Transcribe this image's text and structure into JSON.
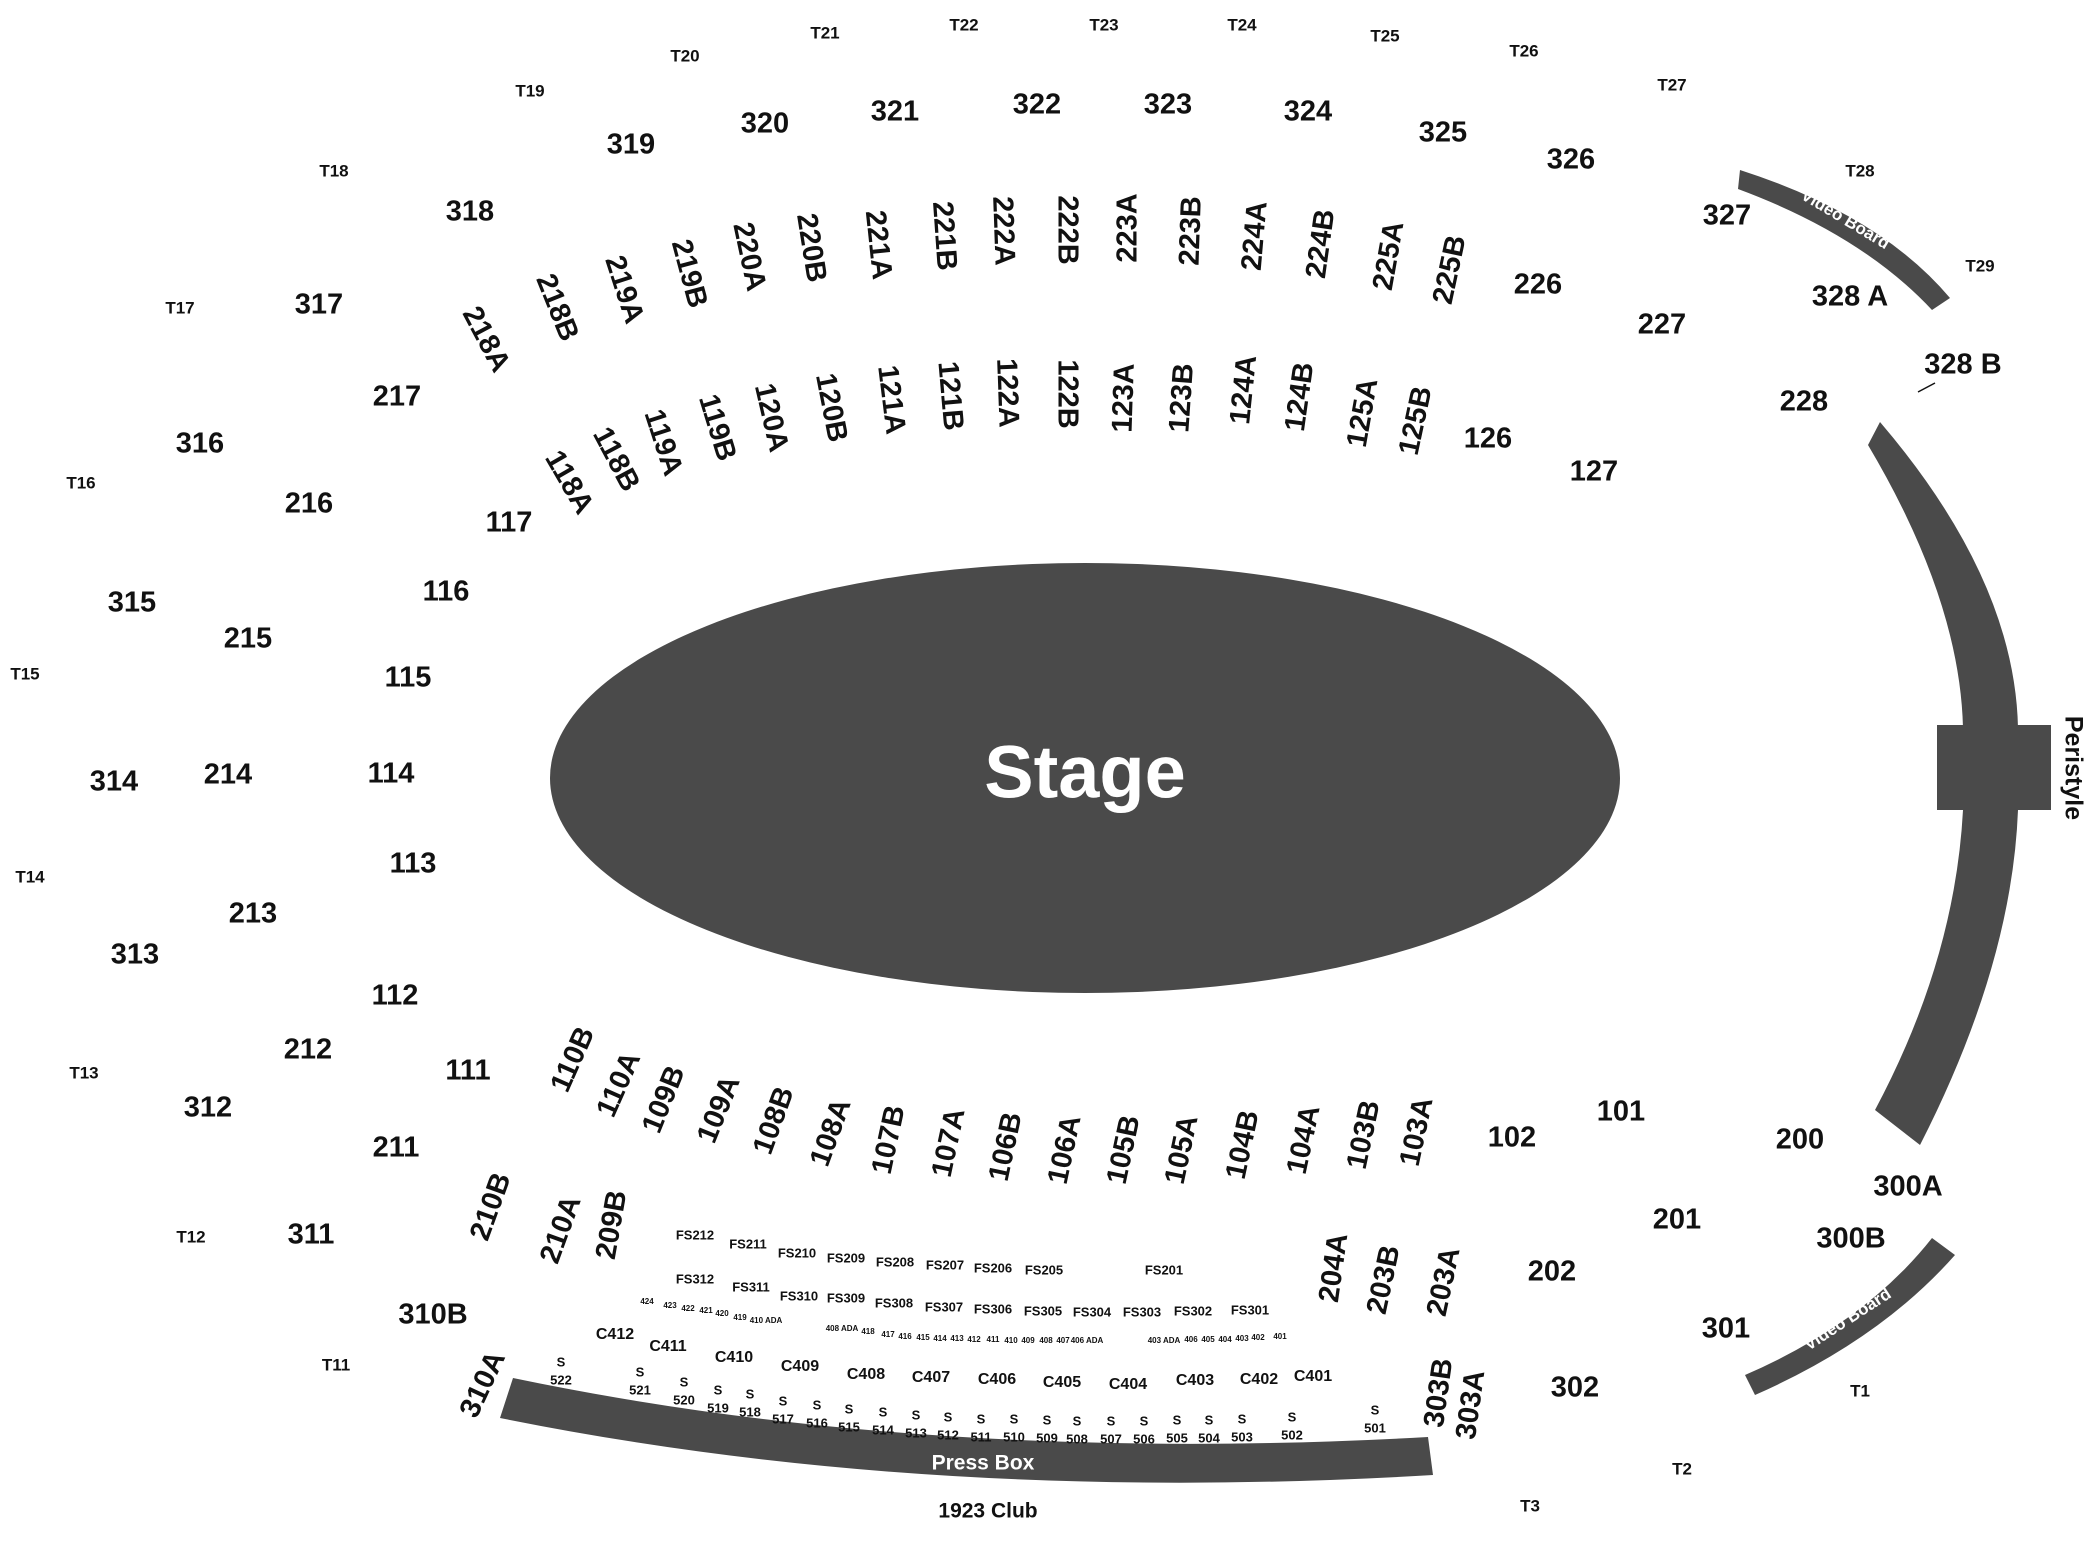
{
  "stage": {
    "label": "Stage"
  },
  "peristyle": {
    "label": "Peristyle"
  },
  "video_board": {
    "label": "Video Board"
  },
  "press_box": {
    "label": "Press Box"
  },
  "club": {
    "label": "1923 Club"
  },
  "colors": {
    "shape": "#4a4a4a",
    "text": "#111111",
    "background": "#ffffff"
  },
  "sections_100": [
    "101",
    "102",
    "103A",
    "103B",
    "104A",
    "104B",
    "105A",
    "105B",
    "106A",
    "106B",
    "107A",
    "107B",
    "108A",
    "108B",
    "109A",
    "109B",
    "110A",
    "110B",
    "111",
    "112",
    "113",
    "114",
    "115",
    "116",
    "117",
    "118A",
    "118B",
    "119A",
    "119B",
    "120A",
    "120B",
    "121A",
    "121B",
    "122A",
    "122B",
    "123A",
    "123B",
    "124A",
    "124B",
    "125A",
    "125B",
    "126",
    "127"
  ],
  "sections_200": [
    "200",
    "201",
    "202",
    "203A",
    "203B",
    "204A",
    "209B",
    "210A",
    "210B",
    "211",
    "212",
    "213",
    "214",
    "215",
    "216",
    "217",
    "218A",
    "218B",
    "219A",
    "219B",
    "220A",
    "220B",
    "221A",
    "221B",
    "222A",
    "222B",
    "223A",
    "223B",
    "224A",
    "224B",
    "225A",
    "225B",
    "226",
    "227",
    "228"
  ],
  "sections_300": [
    "300A",
    "300B",
    "301",
    "302",
    "303A",
    "303B",
    "310A",
    "310B",
    "311",
    "312",
    "313",
    "314",
    "315",
    "316",
    "317",
    "318",
    "319",
    "320",
    "321",
    "322",
    "323",
    "324",
    "325",
    "326",
    "327",
    "328 A",
    "328 B"
  ],
  "tunnels": [
    "T1",
    "T2",
    "T3",
    "T11",
    "T12",
    "T13",
    "T14",
    "T15",
    "T16",
    "T17",
    "T18",
    "T19",
    "T20",
    "T21",
    "T22",
    "T23",
    "T24",
    "T25",
    "T26",
    "T27",
    "T28",
    "T29"
  ],
  "field_suites": [
    "FS212",
    "FS211",
    "FS210",
    "FS209",
    "FS208",
    "FS207",
    "FS206",
    "FS205",
    "FS201",
    "FS312",
    "FS311",
    "FS310",
    "FS309",
    "FS308",
    "FS307",
    "FS306",
    "FS305",
    "FS304",
    "FS303",
    "FS302",
    "FS301"
  ],
  "loge_boxes": [
    "424",
    "423",
    "422",
    "421",
    "420",
    "419",
    "410 ADA",
    "408 ADA",
    "418",
    "417",
    "416",
    "415",
    "414",
    "413",
    "412",
    "411",
    "410",
    "409",
    "408",
    "407",
    "406 ADA",
    "403 ADA",
    "406",
    "405",
    "404",
    "403",
    "402",
    "401"
  ],
  "club_suites": [
    "C412",
    "C411",
    "C410",
    "C409",
    "C408",
    "C407",
    "C406",
    "C405",
    "C404",
    "C403",
    "C402",
    "C401"
  ],
  "suite_prefix": "S",
  "suites": [
    "522",
    "521",
    "520",
    "519",
    "518",
    "517",
    "516",
    "515",
    "514",
    "513",
    "512",
    "511",
    "510",
    "509",
    "508",
    "507",
    "506",
    "505",
    "504",
    "503",
    "502",
    "501"
  ]
}
